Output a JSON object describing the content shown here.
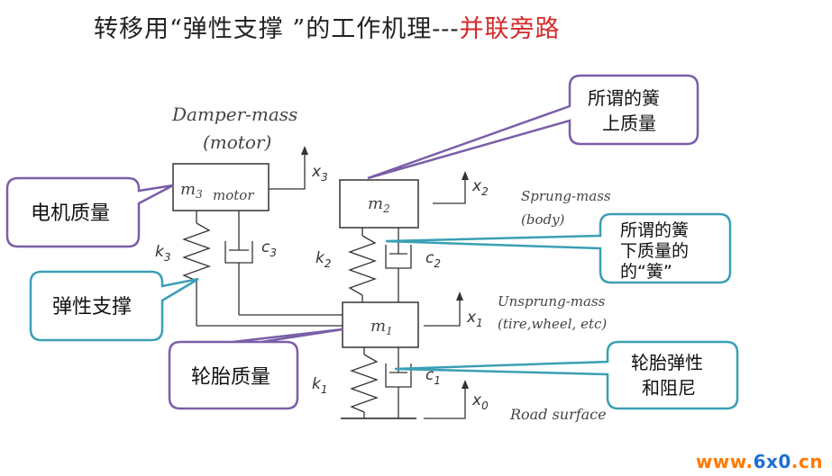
{
  "title": {
    "main": "转移用“弹性支撑 ”的工作机理---",
    "highlight": "并联旁路"
  },
  "labels": {
    "damper_mass": "Damper-mass",
    "motor_paren": "(motor)",
    "m3": "m",
    "m3_sub": "3",
    "motor": "motor",
    "m2": "m",
    "m2_sub": "2",
    "m1": "m",
    "m1_sub": "1",
    "x3": "x",
    "x3_sub": "3",
    "x2": "x",
    "x2_sub": "2",
    "x1": "x",
    "x1_sub": "1",
    "x0": "x",
    "x0_sub": "0",
    "k3": "k",
    "k3_sub": "3",
    "c3": "c",
    "c3_sub": "3",
    "k2": "k",
    "k2_sub": "2",
    "c2": "c",
    "c2_sub": "2",
    "k1": "k",
    "k1_sub": "1",
    "c1": "c",
    "c1_sub": "1",
    "sprung_mass": "Sprung-mass",
    "body": "(body)",
    "unsprung_mass": "Unsprung-mass",
    "tire_wheel": "(tire,wheel, etc)",
    "road_surface": "Road surface"
  },
  "callouts": {
    "motor_mass": "电机质量",
    "sprung_line1": "所谓的簧",
    "sprung_line2": "上质量",
    "unsprung_line1": "所谓的簧",
    "unsprung_line2": "下质量的",
    "unsprung_line3": "的“簧”",
    "elastic_support": "弹性支撑",
    "tire_mass": "轮胎质量",
    "tire_elastic_line1": "轮胎弹性",
    "tire_elastic_line2": "和阻尼"
  },
  "watermark": {
    "prefix": "www.",
    "brand": "6x0",
    "suffix": ".cn"
  },
  "colors": {
    "purple": "#7a5ea8",
    "teal": "#3a9fb5",
    "red": "#d42a2a",
    "orange": "#ff7a00"
  }
}
